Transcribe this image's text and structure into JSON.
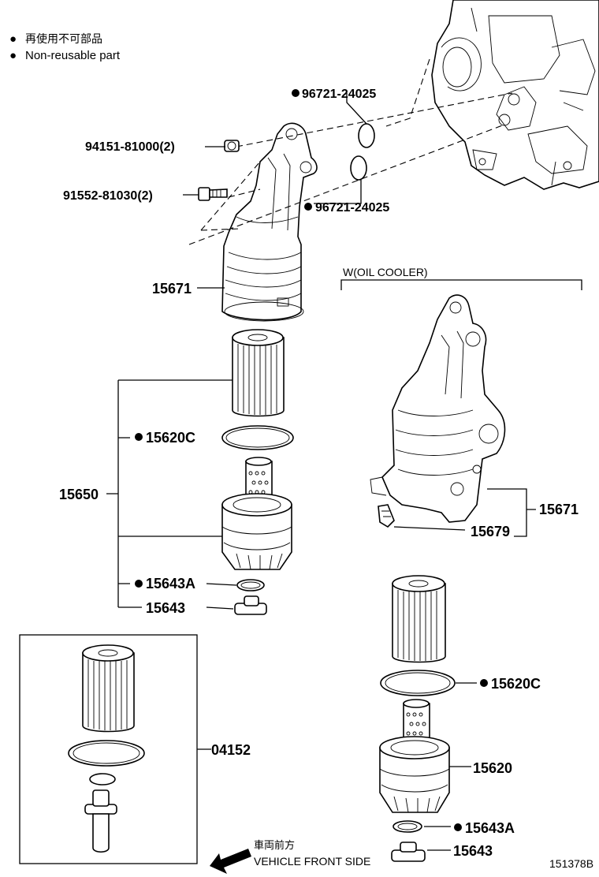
{
  "legend": {
    "marker": "●",
    "line1": "再使用不可部品",
    "line2": "Non-reusable part"
  },
  "labels": {
    "p96721_a": "96721-24025",
    "p94151": "94151-81000(2)",
    "p91552": "91552-81030(2)",
    "p96721_b": "96721-24025",
    "p15671_a": "15671",
    "oil_cooler": "W(OIL COOLER)",
    "p15620C_a": "15620C",
    "p15650": "15650",
    "p15671_b": "15671",
    "p15679": "15679",
    "p15643A_a": "15643A",
    "p15643_a": "15643",
    "p04152": "04152",
    "p15620C_b": "15620C",
    "p15620": "15620",
    "p15643A_b": "15643A",
    "p15643_b": "15643",
    "front_jp": "車両前方",
    "front_en": "VEHICLE FRONT SIDE",
    "figure_id": "151378B"
  }
}
